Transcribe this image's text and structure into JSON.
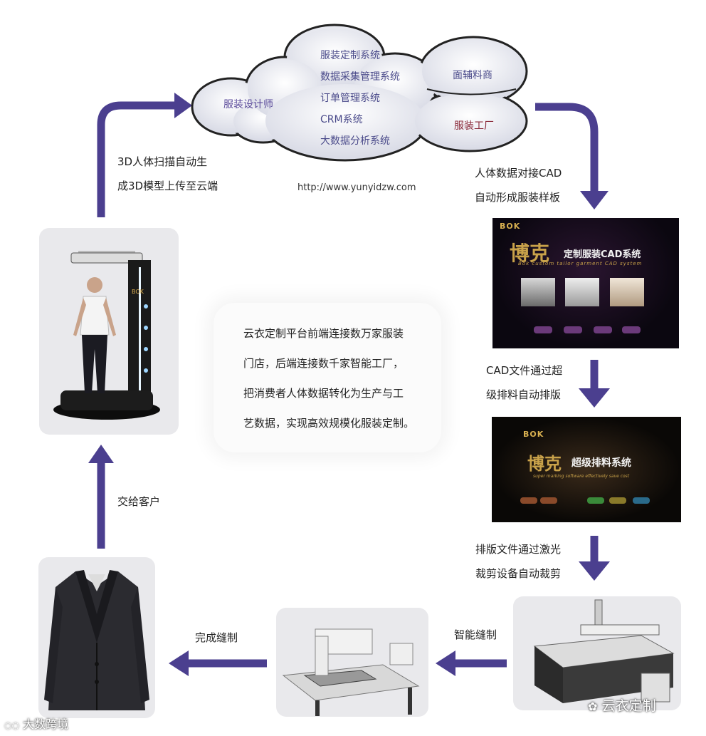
{
  "cloud": {
    "left_label": "服装设计师",
    "center_items": [
      "服装定制系统",
      "数据采集管理系统",
      "订单管理系统",
      "CRM系统",
      "大数据分析系统"
    ],
    "right_top_label": "面辅料商",
    "right_bottom_label": "服装工厂",
    "url": "http://www.yunyidzw.com"
  },
  "steps": {
    "scan": [
      "3D人体扫描自动生",
      "成3D模型上传至云端"
    ],
    "cad": [
      "人体数据对接CAD",
      "自动形成服装样板"
    ],
    "marker": [
      "CAD文件通过超",
      "级排料自动排版"
    ],
    "laser": [
      "排版文件通过激光",
      "裁剪设备自动裁剪"
    ],
    "sew": "智能缝制",
    "finish": "完成缝制",
    "deliver": "交给客户"
  },
  "center": {
    "lines": [
      "云衣定制平台前端连接数万家服装",
      "门店，后端连接数千家智能工厂，",
      "把消费者人体数据转化为生产与工",
      "艺数据，实现高效规模化服装定制。"
    ]
  },
  "screens": {
    "cad": {
      "logo": "BOK",
      "brand": "博克",
      "title": "定制服装CAD系统",
      "subtitle": "Bok custom tailor garment CAD system"
    },
    "marker": {
      "logo": "BOK",
      "brand": "博克",
      "title": "超级排料系统",
      "subtitle": "super marking software effectively save cost"
    }
  },
  "watermark": {
    "left": "大数跨境",
    "right": "云衣定制"
  },
  "colors": {
    "arrow": "#4b3f8f",
    "cloud_text": "#4a4a8a"
  }
}
